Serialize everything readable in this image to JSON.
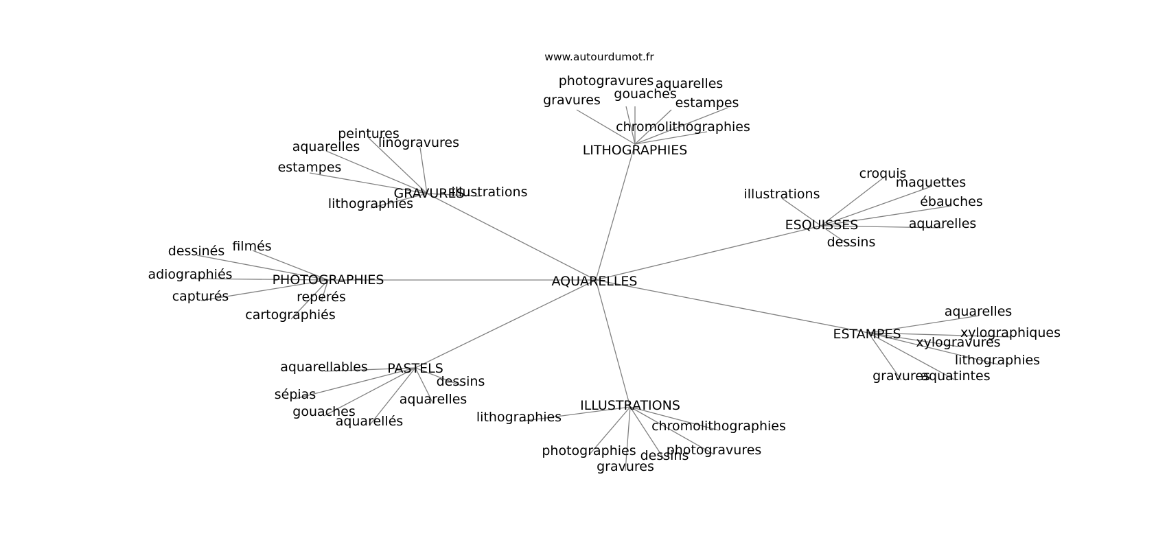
{
  "source": "www.autourdumot.fr",
  "root": "AQUARELLES",
  "clusters": [
    {
      "label": "LITHOGRAPHIES",
      "leaves": [
        "photogravures",
        "aquarelles",
        "gouaches",
        "gravures",
        "estampes",
        "chromolithographies"
      ]
    },
    {
      "label": "GRAVURES",
      "leaves": [
        "peintures",
        "linogravures",
        "aquarelles",
        "estampes",
        "illustrations",
        "lithographies"
      ]
    },
    {
      "label": "ESQUISSES",
      "leaves": [
        "croquis",
        "maquettes",
        "illustrations",
        "ébauches",
        "aquarelles",
        "dessins"
      ]
    },
    {
      "label": "PHOTOGRAPHIES",
      "leaves": [
        "filmés",
        "dessinés",
        "adiographiés",
        "capturés",
        "reperés",
        "cartographiés"
      ]
    },
    {
      "label": "ESTAMPES",
      "leaves": [
        "aquarelles",
        "xylographiques",
        "xylogravures",
        "lithographies",
        "gravures",
        "aquatintes"
      ]
    },
    {
      "label": "PASTELS",
      "leaves": [
        "aquarellables",
        "dessins",
        "sépias",
        "aquarelles",
        "gouaches",
        "aquarellés"
      ]
    },
    {
      "label": "ILLUSTRATIONS",
      "leaves": [
        "lithographies",
        "chromolithographies",
        "photographies",
        "photogravures",
        "dessins",
        "gravures"
      ]
    }
  ]
}
